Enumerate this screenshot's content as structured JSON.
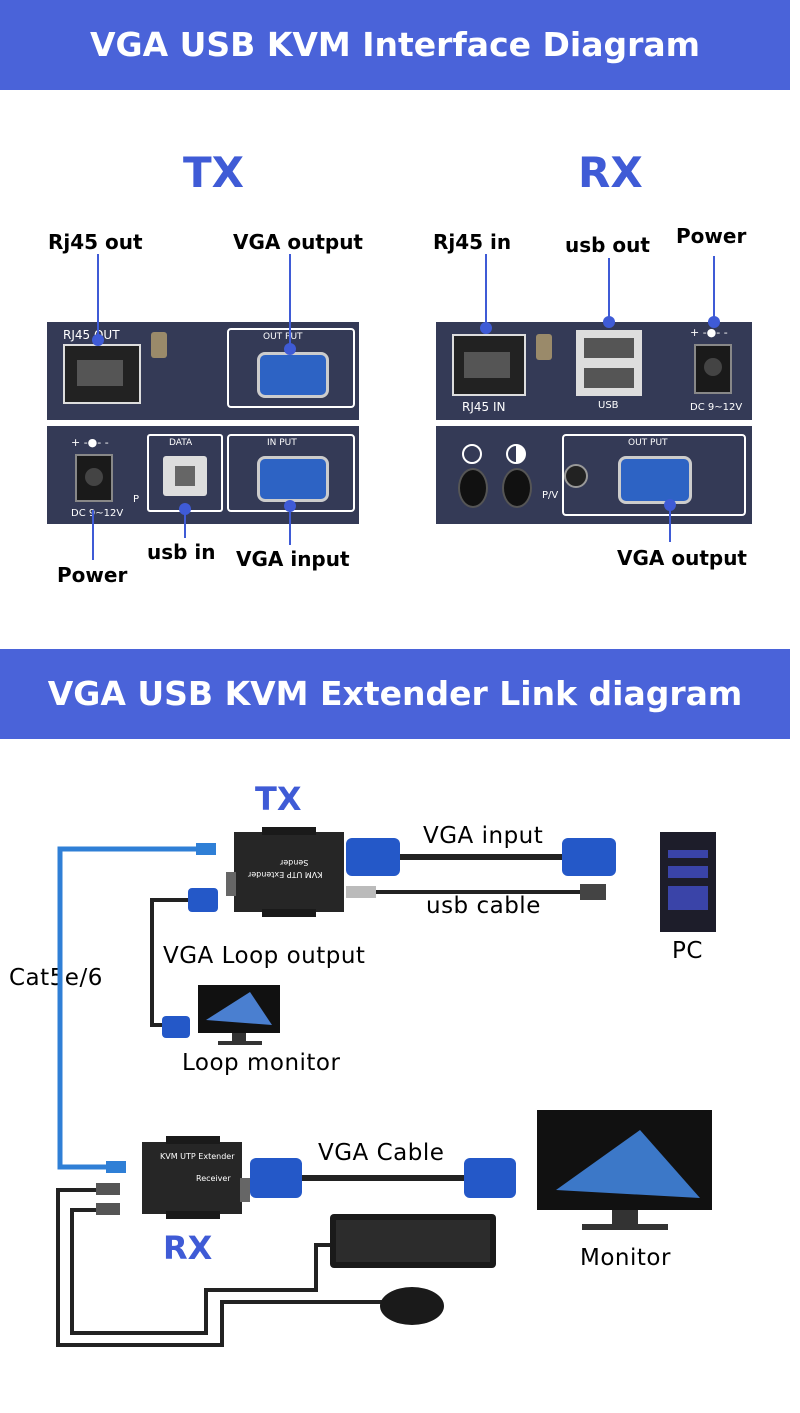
{
  "banner1": "VGA USB KVM Interface Diagram",
  "banner2": "VGA USB KVM Extender Link diagram",
  "tx": {
    "heading": "TX",
    "labels": {
      "rj45_out": "Rj45 out",
      "vga_output": "VGA output",
      "power": "Power",
      "usb_in": "usb in",
      "vga_input": "VGA input"
    },
    "panel_text": {
      "rj45": "RJ45 OUT",
      "output": "OUT PUT",
      "data": "DATA",
      "input": "IN PUT",
      "p": "P",
      "dc": "DC 9~12V",
      "plus_minus": "+ -●- -"
    }
  },
  "rx": {
    "heading": "RX",
    "labels": {
      "rj45_in": "Rj45 in",
      "usb_out": "usb out",
      "power": "Power",
      "vga_output": "VGA output"
    },
    "panel_text": {
      "rj45": "RJ45 IN",
      "usb": "USB",
      "dc": "DC 9~12V",
      "plus_minus": "+ -●- -",
      "output": "OUT PUT",
      "pv": "P/V"
    }
  },
  "link": {
    "tx_heading": "TX",
    "rx_heading": "RX",
    "vga_input": "VGA input",
    "usb_cable": "usb cable",
    "pc": "PC",
    "vga_loop_output": "VGA Loop output",
    "cat": "Cat5e/6",
    "loop_monitor": "Loop monitor",
    "vga_cable": "VGA Cable",
    "monitor": "Monitor",
    "tx_box_text": "KVM UTP Extender",
    "tx_box_sub": "Sender",
    "rx_box_text": "KVM UTP Extender",
    "rx_box_sub": "Receiver"
  },
  "colors": {
    "accent": "#4a63d9",
    "heading": "#3f5bd6",
    "panel": "#343a56",
    "cable_blue": "#2f7fd6"
  }
}
